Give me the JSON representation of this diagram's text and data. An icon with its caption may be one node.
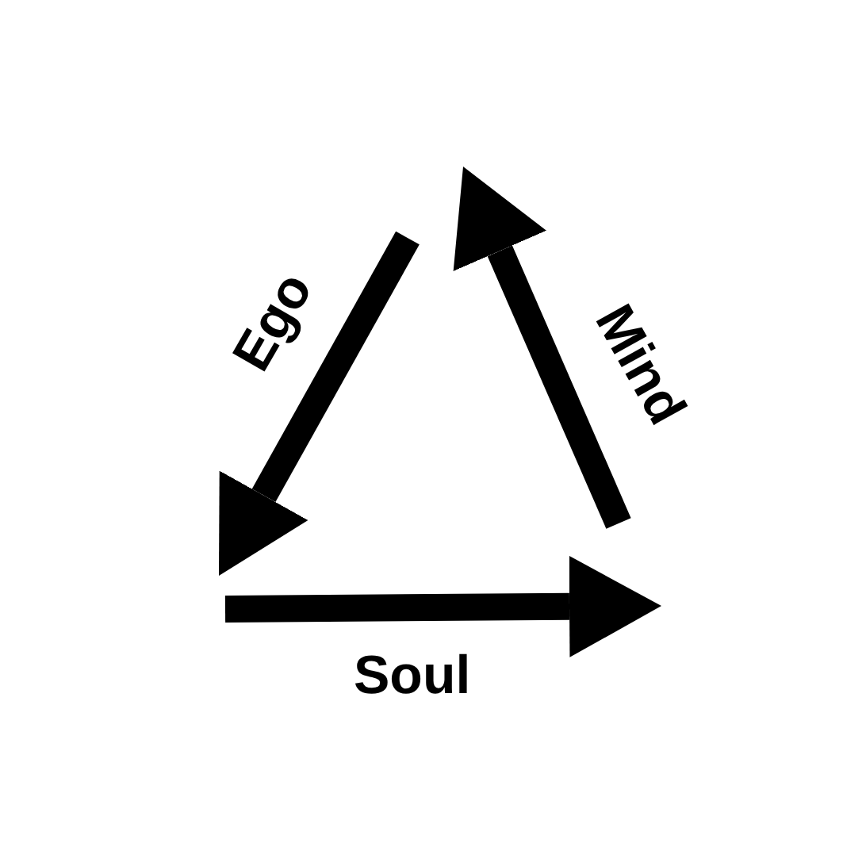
{
  "diagram": {
    "labels": [
      "Ego",
      "Mind",
      "Soul"
    ]
  }
}
